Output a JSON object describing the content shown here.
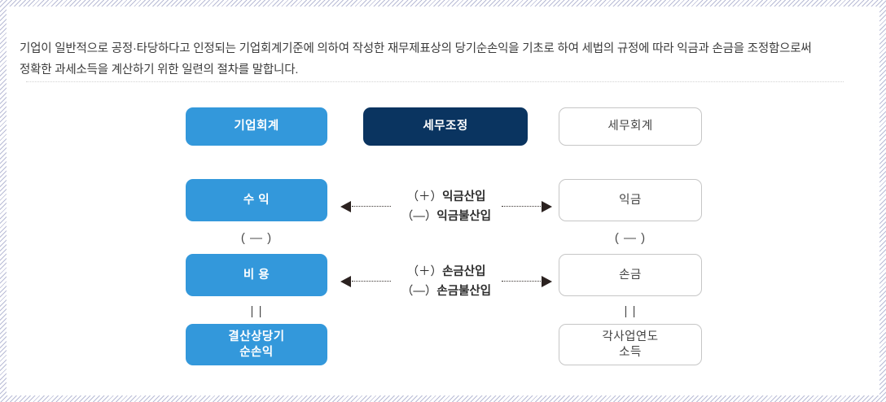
{
  "intro": {
    "paragraph": "기업이 일반적으로 공정·타당하다고 인정되는 기업회계기준에 의하여 작성한 재무제표상의 당기순손익을 기초로 하여 세법의 규정에 따라 익금과 손금을 조정함으로써 정확한 과세소득을 계산하기 위한 일련의 절차를 말합니다."
  },
  "diagram": {
    "headers": {
      "left": "기업회계",
      "center": "세무조정",
      "right": "세무회계"
    },
    "left_column": {
      "revenue": "수 익",
      "minus_operator": "( — )",
      "expense": "비 용",
      "equals_operator": "| |",
      "net_income": "결산상당기\n순손익"
    },
    "right_column": {
      "gross_income": "익금",
      "minus_operator": "( — )",
      "deduction": "손금",
      "equals_operator": "| |",
      "taxable_income": "각사업연도\n소득"
    },
    "adjustments": {
      "income": {
        "add_sign": "（＋）",
        "add_label": "익금산입",
        "sub_sign": "（—）",
        "sub_label": "익금불산입"
      },
      "expense": {
        "add_sign": "（＋）",
        "add_label": "손금산입",
        "sub_sign": "（—）",
        "sub_label": "손금불산입"
      }
    }
  },
  "colors": {
    "blue": "#3398db",
    "navy": "#0a3460",
    "outline_border": "#c6c6c6",
    "text": "#3b3b3b"
  }
}
